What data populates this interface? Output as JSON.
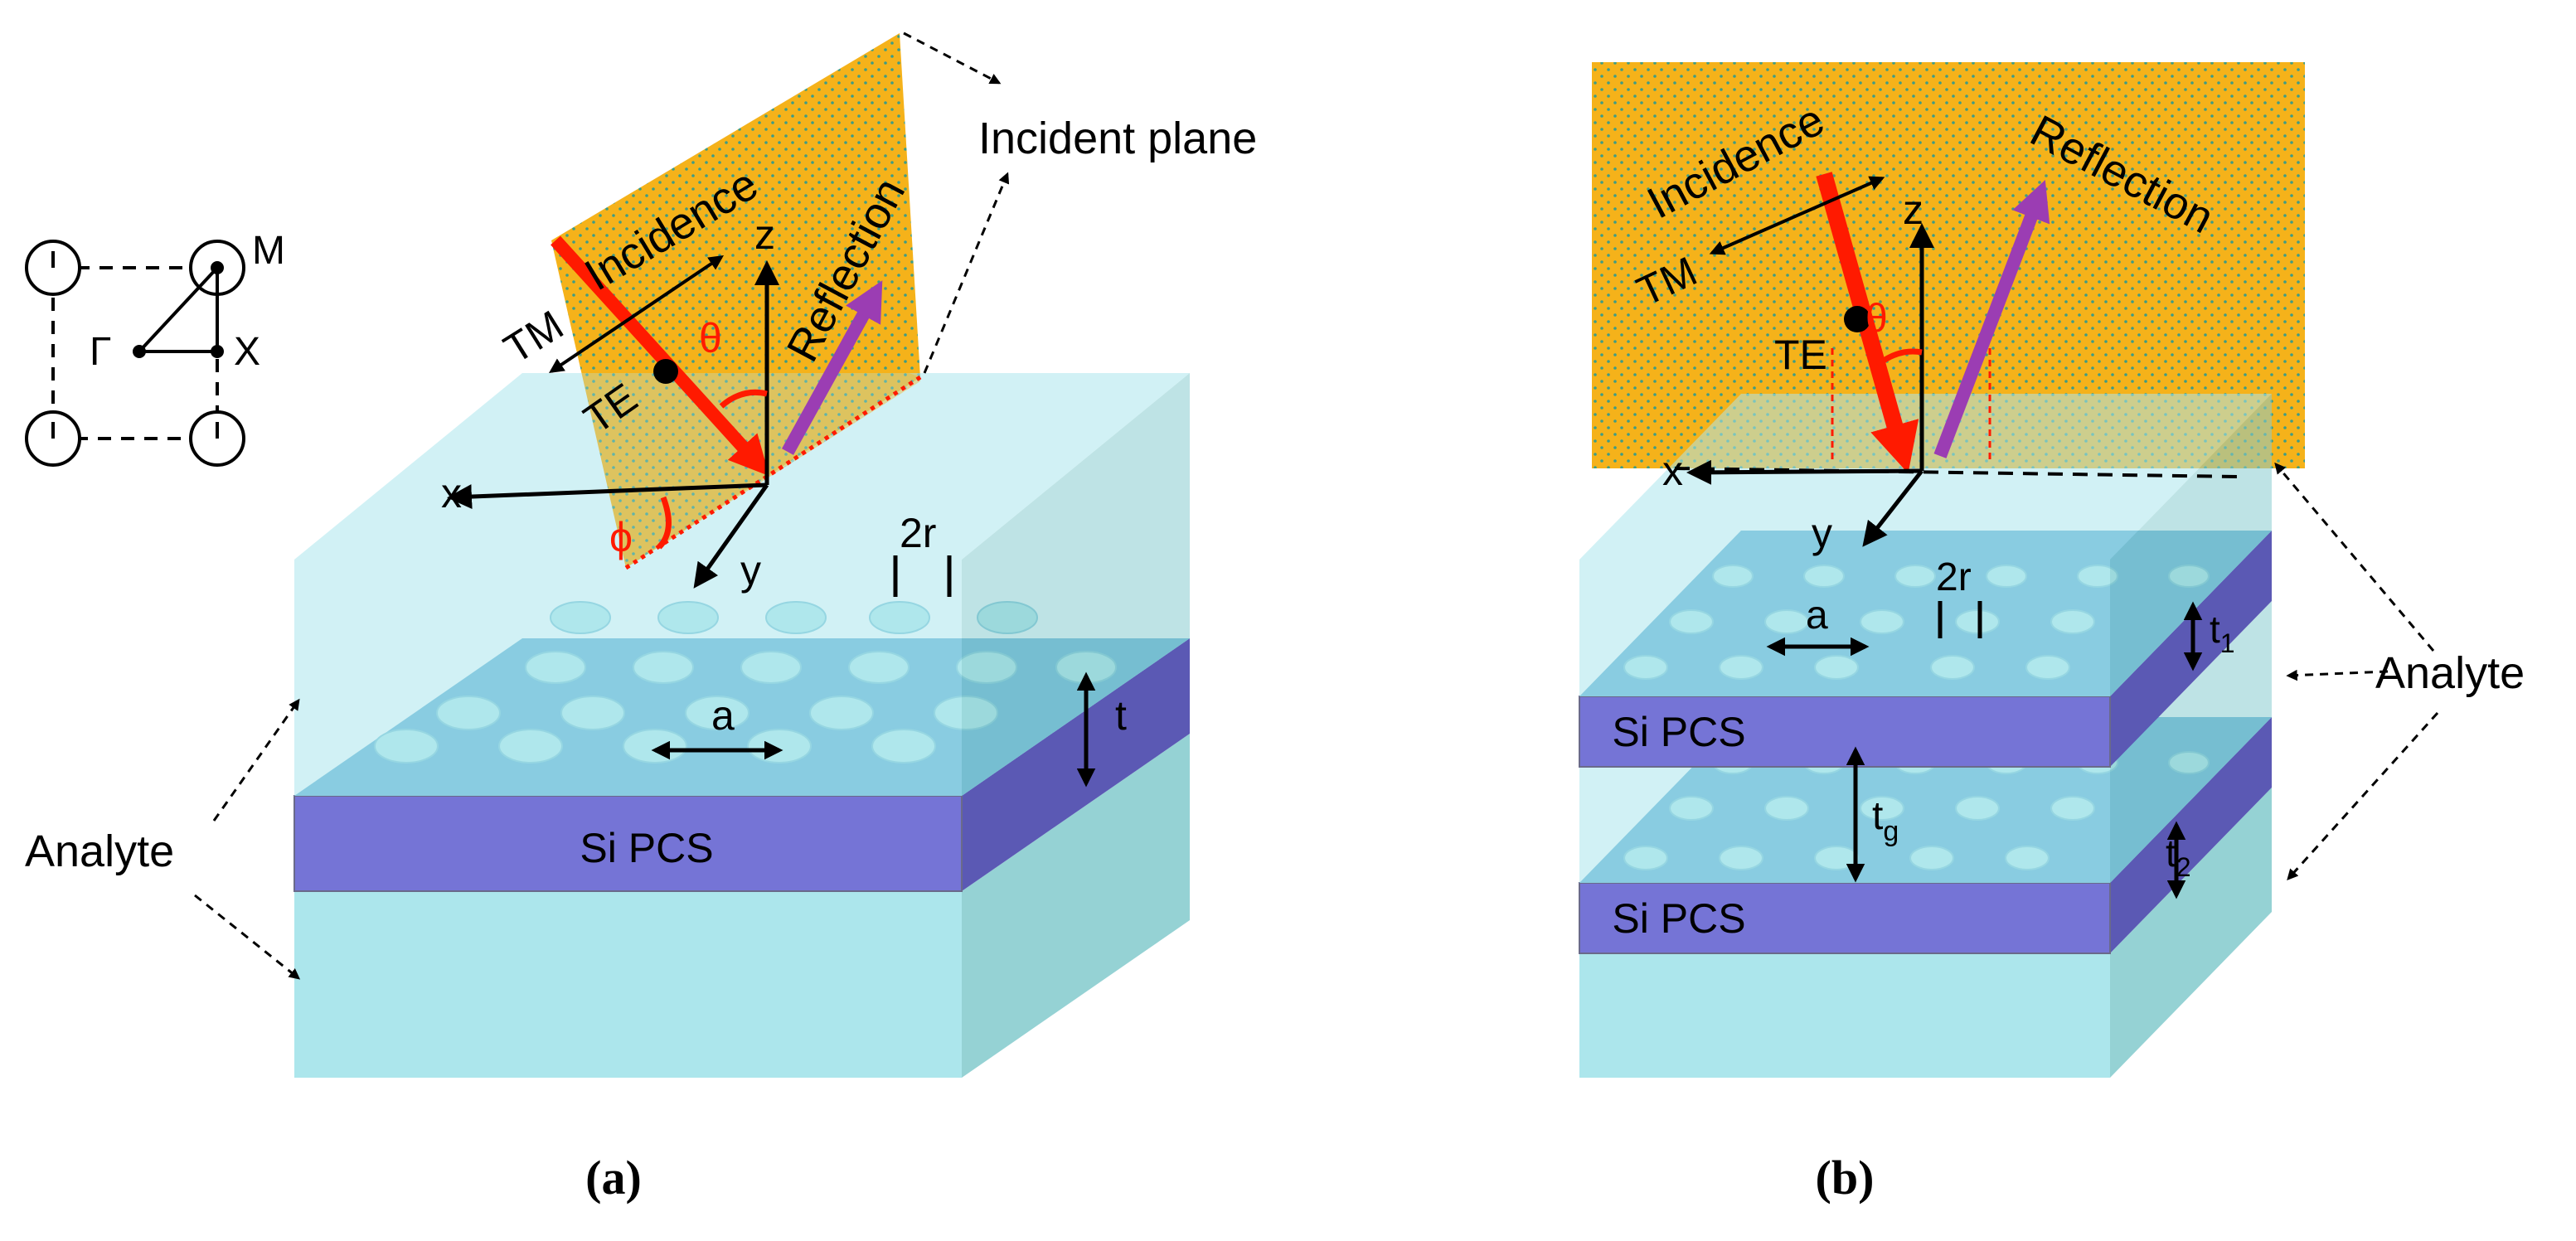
{
  "panel_a": {
    "caption": "(a)",
    "incident_plane_label": "Incident plane",
    "incidence_label": "Incidence",
    "reflection_label": "Reflection",
    "tm_label": "TM",
    "te_label": "TE",
    "theta_label": "θ",
    "phi_label": "ϕ",
    "axis_x": "x",
    "axis_y": "y",
    "axis_z": "z",
    "radius_label": "2r",
    "period_label": "a",
    "thickness_label": "t",
    "slab_label": "Si PCS",
    "analyte_label": "Analyte",
    "bz_gamma": "Γ",
    "bz_x": "X",
    "bz_m": "M"
  },
  "panel_b": {
    "caption": "(b)",
    "incidence_label": "Incidence",
    "reflection_label": "Reflection",
    "tm_label": "TM",
    "te_label": "TE",
    "theta_label": "θ",
    "axis_x": "x",
    "axis_y": "y",
    "axis_z": "z",
    "radius_label": "2r",
    "period_label": "a",
    "t1_base": "t",
    "t1_sub": "1",
    "t2_base": "t",
    "t2_sub": "2",
    "tg_base": "t",
    "tg_sub": "g",
    "slab1_label": "Si PCS",
    "slab2_label": "Si PCS",
    "analyte_label": "Analyte"
  },
  "colors": {
    "analyte": "#ace6ec",
    "slab": "#7574d6",
    "holes": "#b3e8ea",
    "plane": "#f5b21a",
    "incidence_beam": "#ff1a00",
    "reflection_beam": "#9b3db3",
    "angle": "#ff1a00"
  }
}
